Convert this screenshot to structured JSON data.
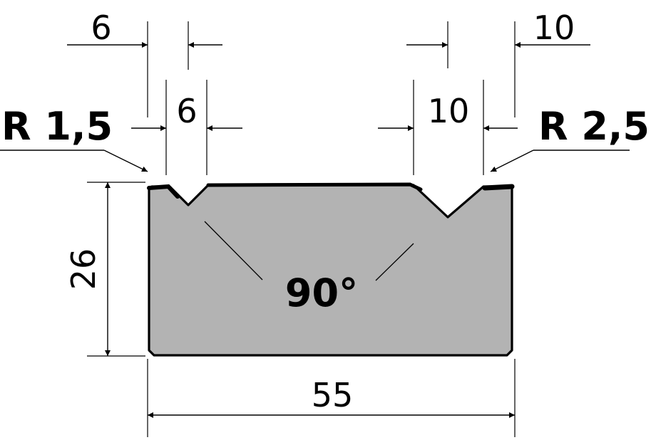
{
  "dimensions": {
    "left_outer_opening": "6",
    "left_inner_opening": "6",
    "right_outer_opening": "10",
    "right_inner_opening": "10",
    "height": "26",
    "width": "55"
  },
  "radius_labels": {
    "left": "R 1,5",
    "right": "R 2,5"
  },
  "angle_label": "90°",
  "colors": {
    "body_fill": "#b3b3b3",
    "outline": "#000000",
    "background": "#ffffff"
  }
}
